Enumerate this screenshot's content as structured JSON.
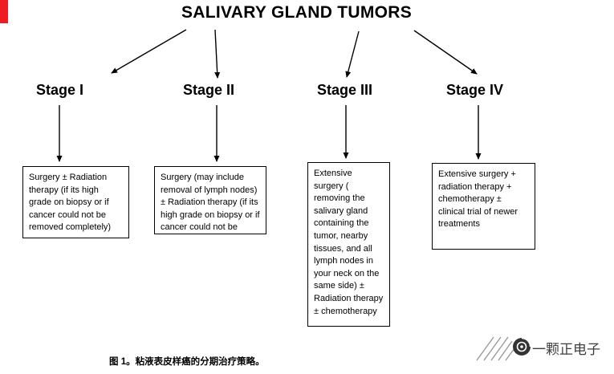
{
  "title": "SALIVARY GLAND TUMORS",
  "stages": [
    {
      "label": "Stage I",
      "treatment": "Surgery ± Radiation therapy (if its high grade on biopsy or if cancer could not be removed completely)"
    },
    {
      "label": "Stage II",
      "treatment": "Surgery (may include removal of lymph nodes) ± Radiation therapy (if its high grade on biopsy or if cancer could not be"
    },
    {
      "label": "Stage III",
      "treatment": "Extensive surgery ( removing the salivary gland containing the tumor, nearby tissues, and all lymph nodes in your neck on the same side) ± Radiation therapy ± chemotherapy"
    },
    {
      "label": "Stage IV",
      "treatment": "Extensive surgery + radiation therapy + chemotherapy ± clinical trial of newer treatments"
    }
  ],
  "caption": {
    "figure_label": "图 1。",
    "text": "粘液表皮样癌的分期治疗策略。"
  },
  "watermark": {
    "brand": "一颗正电子"
  },
  "colors": {
    "accent_red": "#ee1c25",
    "diagram_line": "#000000",
    "watermark_text": "#3d3d3d",
    "watermark_hatch": "#9a9a9a",
    "logo_fill": "#333333"
  }
}
